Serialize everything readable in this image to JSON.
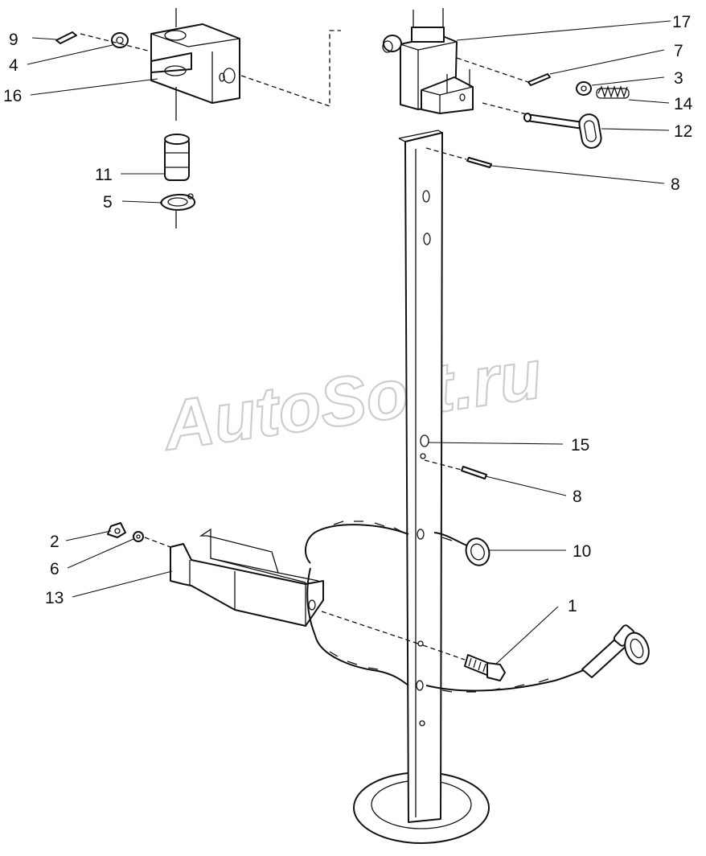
{
  "watermark": "AutoSoft.ru",
  "part_numbers": {
    "p1": "1",
    "p2": "2",
    "p3": "3",
    "p4": "4",
    "p5": "5",
    "p6": "6",
    "p7": "7",
    "p8a": "8",
    "p8b": "8",
    "p9": "9",
    "p10": "10",
    "p11": "11",
    "p12": "12",
    "p13": "13",
    "p14": "14",
    "p15": "15",
    "p16": "16",
    "p17": "17"
  }
}
